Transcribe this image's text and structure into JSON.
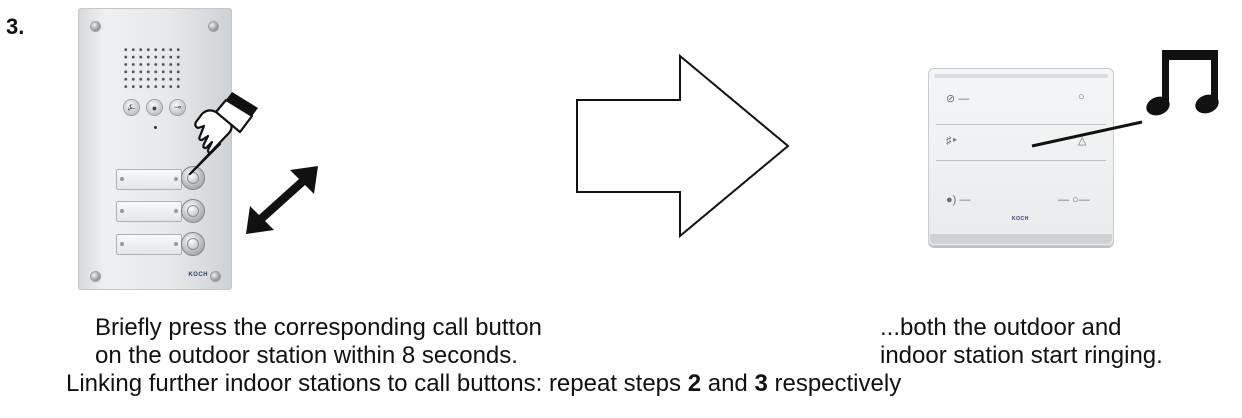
{
  "step": {
    "number": "3."
  },
  "outdoor_station": {
    "brand": "KOCH",
    "icons": [
      "bell-icon",
      "talk-icon",
      "key-icon"
    ]
  },
  "indoor_station": {
    "brand": "KOCH",
    "icons": [
      "bell-off-icon",
      "circle-button-icon",
      "volume-icon",
      "light-icon",
      "talk-icon",
      "door-open-key-icon"
    ]
  },
  "illustration": {
    "icons": [
      "pointing-hand-icon",
      "double-arrow-icon",
      "right-arrow-icon",
      "music-note-icon"
    ]
  },
  "captions": {
    "left_line1": "Briefly press the corresponding call button",
    "left_line2": "on the outdoor station within 8 seconds.",
    "right_line1": "...both the outdoor and",
    "right_line2": "indoor station start ringing."
  },
  "footer": {
    "text_before": "Linking further indoor stations to call buttons: repeat steps ",
    "step_a": "2",
    "text_middle": " and ",
    "step_b": "3",
    "text_after": " respectively"
  }
}
